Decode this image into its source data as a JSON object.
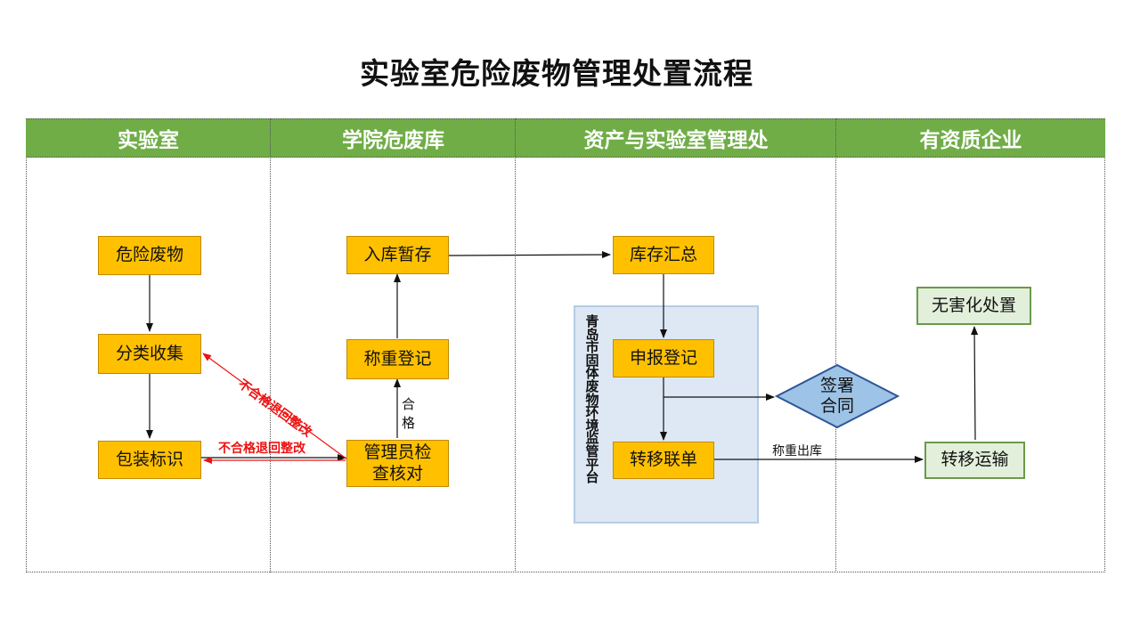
{
  "title": "实验室危险废物管理处置流程",
  "lanes": [
    {
      "label": "实验室"
    },
    {
      "label": "学院危废库"
    },
    {
      "label": "资产与实验室管理处"
    },
    {
      "label": "有资质企业"
    }
  ],
  "nodes": {
    "hazardous_waste": "危险废物",
    "classify_collect": "分类收集",
    "package_label": "包装标识",
    "storage_temp": "入库暂存",
    "weigh_register": "称重登记",
    "admin_check_line1": "管理员检",
    "admin_check_line2": "查核对",
    "inventory_summary": "库存汇总",
    "declare_register": "申报登记",
    "transfer_manifest": "转移联单",
    "sign_contract_line1": "签署",
    "sign_contract_line2": "合同",
    "harmless_disposal": "无害化处置",
    "transfer_transport": "转移运输"
  },
  "platform": {
    "chars": [
      "青",
      "岛",
      "市",
      "固",
      "体",
      "废",
      "物",
      "环",
      "境",
      "监",
      "管",
      "平",
      "台"
    ]
  },
  "edge_labels": {
    "qualified_1": "合",
    "qualified_2": "格",
    "reject_diag": "不合格退回整改",
    "reject_horiz": "不合格退回整改",
    "weigh_outbound": "称重出库"
  },
  "colors": {
    "header_green": "#70ad47",
    "node_orange": "#ffc000",
    "node_green": "#e2efda",
    "platform_blue": "#dde8f4",
    "diamond_blue": "#9dc3e6",
    "reject_red": "#ee1111"
  }
}
